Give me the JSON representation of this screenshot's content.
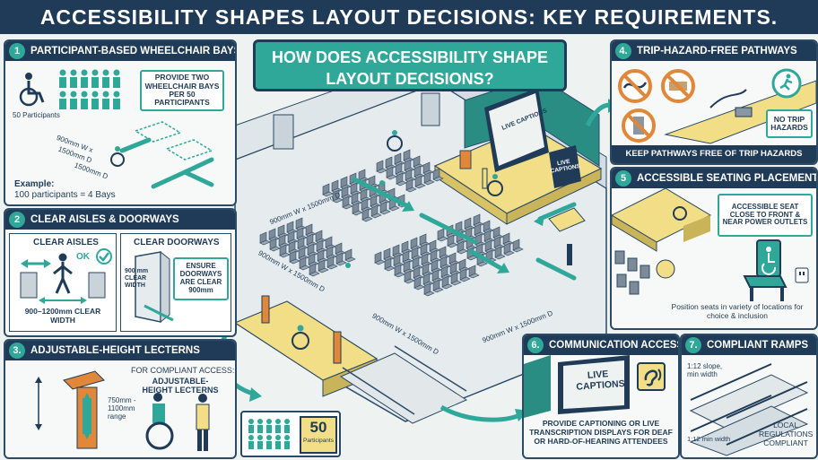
{
  "title": "ACCESSIBILITY SHAPES LAYOUT DECISIONS: KEY REQUIREMENTS.",
  "question": "HOW DOES ACCESSIBILITY SHAPE LAYOUT DECISIONS?",
  "panel1": {
    "number": "1",
    "heading": "PARTICIPANT-BASED WHEELCHAIR BAYS",
    "callout": "PROVIDE TWO WHEELCHAIR BAYS PER 50 PARTICIPANTS",
    "participants_label": "50 Participants",
    "dim_width": "900mm W x",
    "dim_depth": "1500mm D",
    "dim_depth2": "1500mm D",
    "example_label": "Example:",
    "example_text": "100 participants = 4 Bays"
  },
  "panel2": {
    "number": "2",
    "heading": "CLEAR AISLES & DOORWAYS",
    "aisles_label": "CLEAR AISLES",
    "ok_label": "OK",
    "aisle_width": "900–1200mm CLEAR WIDTH",
    "doorways_label": "CLEAR DOORWAYS",
    "door_width": "900 mm CLEAR WIDTH",
    "door_callout": "ENSURE DOORWAYS ARE CLEAR 900mm"
  },
  "panel3": {
    "number": "3.",
    "heading": "ADJUSTABLE-HEIGHT LECTERNS",
    "callout_line1": "FOR COMPLIANT ACCESS:",
    "callout_line2": "ADJUSTABLE-HEIGHT LECTERNS",
    "range": "750mm - 1100mm range"
  },
  "panel4": {
    "number": "4.",
    "heading": "TRIP-HAZARD-FREE PATHWAYS",
    "no_trip": "NO TRIP HAZARDS",
    "footer": "KEEP PATHWAYS FREE OF TRIP HAZARDS"
  },
  "panel5": {
    "number": "5",
    "heading": "ACCESSIBLE SEATING PLACEMENT",
    "callout": "ACCESSIBLE SEAT CLOSE TO FRONT & NEAR POWER OUTLETS",
    "footer": "Position seats in variety of locations for choice & inclusion"
  },
  "panel6": {
    "number": "6.",
    "heading": "COMMUNICATION ACCESS &",
    "screen": "LIVE CAPTIONS",
    "text": "PROVIDE CAPTIONING OR LIVE TRANSCRIPTION DISPLAYS FOR DEAF OR HARD-OF-HEARING ATTENDEES"
  },
  "panel7": {
    "number": "7.",
    "heading": "COMPLIANT RAMPS",
    "slope1": "1:12 slope, min width",
    "slope2": "1:12 min width",
    "regulations": "LOCAL REGULATIONS COMPLIANT"
  },
  "hall": {
    "stage_screen": "LIVE CAPTIONS",
    "side_screen": "LIVE CAPTIONS",
    "dim_a": "900mm W x 1500mm D",
    "dim_b": "900mm W x 1500mm D",
    "dim_c": "900mm W x 1500mm D",
    "dim_d": "900mm W x 1500mm D",
    "badge_count": "50",
    "badge_label": "Participants"
  },
  "colors": {
    "navy": "#1f3b57",
    "teal": "#2fa89a",
    "yellow": "#f1de86",
    "orange": "#e0873a"
  }
}
